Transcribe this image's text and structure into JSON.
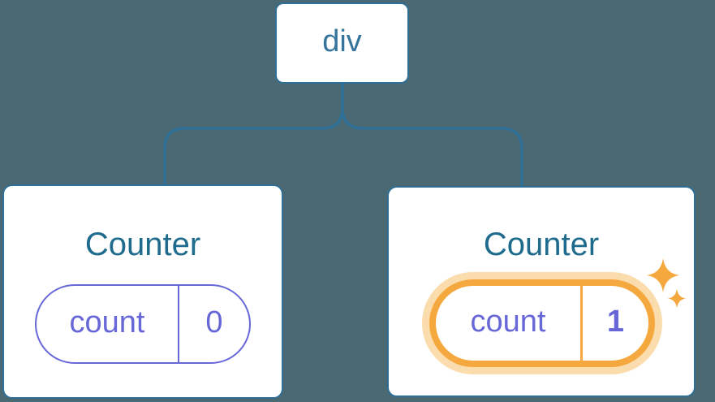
{
  "diagram": {
    "root": {
      "label": "div"
    },
    "cards": [
      {
        "title": "Counter",
        "state_key": "count",
        "state_value": "0",
        "highlighted": false
      },
      {
        "title": "Counter",
        "state_key": "count",
        "state_value": "1",
        "highlighted": true
      }
    ]
  },
  "icons": [
    {
      "name": "sparkle-icon",
      "glyph": "four-point-star"
    }
  ],
  "colors": {
    "background": "#4a6972",
    "line_blue": "#2f6f96",
    "node_text": "#35749c",
    "title_text": "#1f6b8d",
    "state_purple": "#6767d8",
    "highlight_orange": "#f5a83e",
    "highlight_glow": "#fbdcad",
    "card_bg": "#ffffff"
  }
}
